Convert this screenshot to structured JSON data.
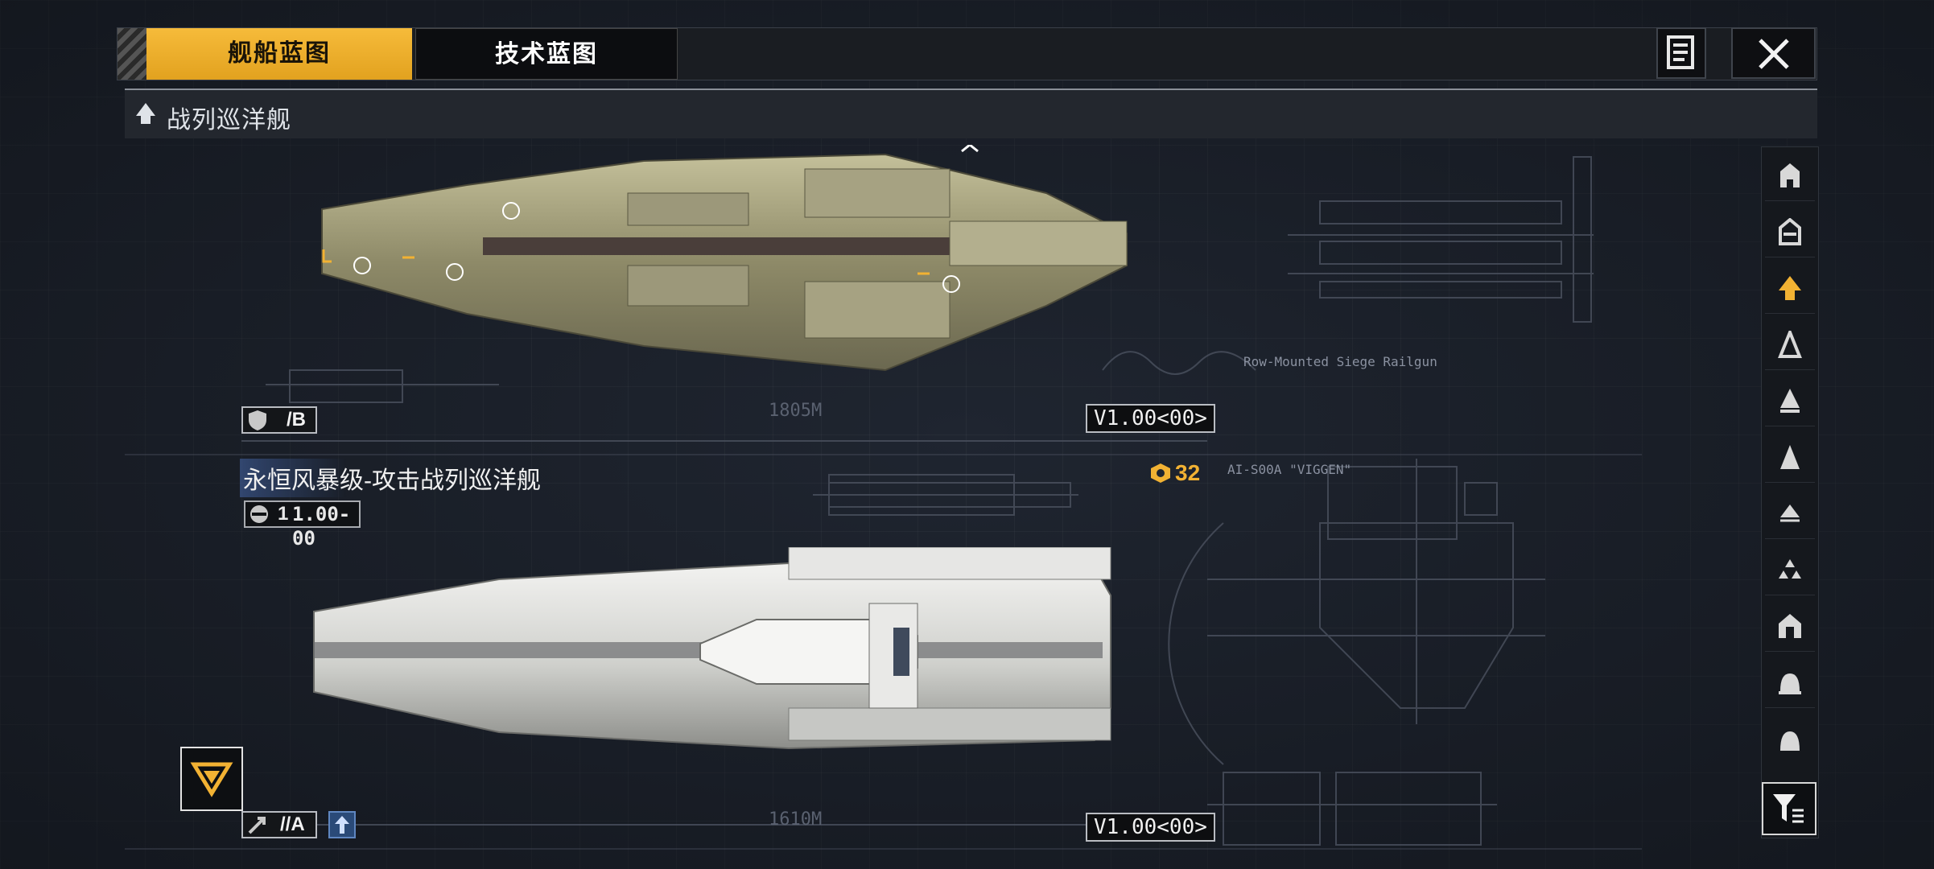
{
  "tabs": [
    {
      "label": "舰船蓝图",
      "active": true
    },
    {
      "label": "技术蓝图",
      "active": false
    }
  ],
  "category": {
    "label": "战列巡洋舰"
  },
  "ships": [
    {
      "grade": "/B",
      "version": "V1.00<00>",
      "length": "1805M"
    },
    {
      "name": "永恒风暴级-攻击战列巡洋舰",
      "level": "1.00-00",
      "level_prefix": "1",
      "count": "32",
      "grade": "//A",
      "version": "V1.00<00>",
      "length": "1610M"
    }
  ],
  "background_labels": {
    "rail": "Row-Mounted Siege Railgun",
    "model": "AI-S00A \"VIGGEN\""
  },
  "colors": {
    "accent": "#f2b233",
    "panel": "#1a1d22",
    "background": "#1f2530"
  },
  "side_panel": {
    "items": [
      "frigate-icon",
      "destroyer-icon",
      "battlecruiser-icon",
      "cruiser-icon",
      "heavy-cruiser-icon",
      "carrier-icon",
      "escort-icon",
      "support-icon",
      "dreadnought-icon",
      "station-icon",
      "special-icon"
    ],
    "active_index": 2
  }
}
